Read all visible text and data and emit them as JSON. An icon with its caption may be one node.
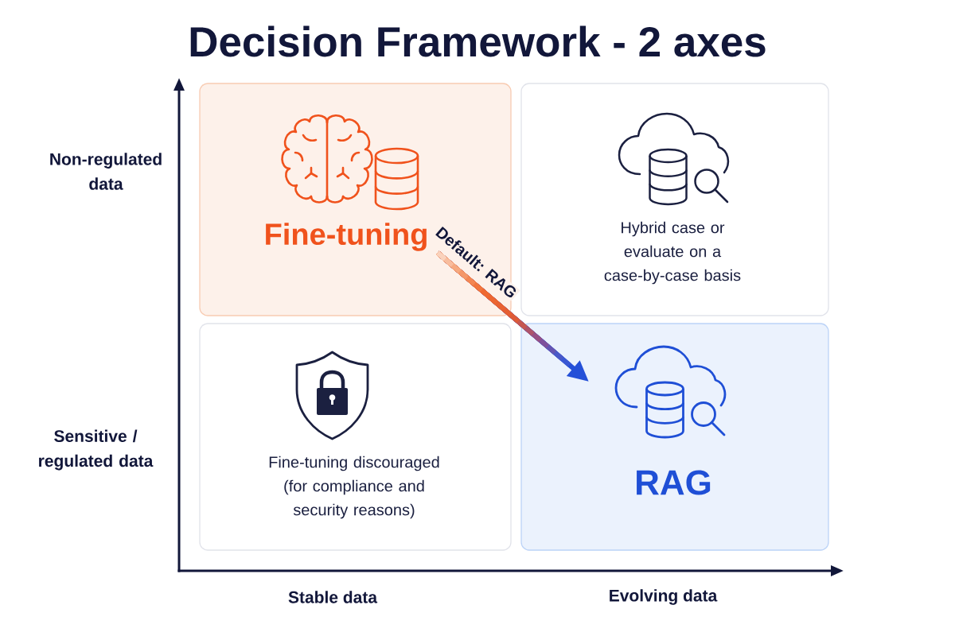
{
  "diagram": {
    "title": "Decision Framework - 2 axes",
    "nodes": [
      {
        "text": [
          "Fine-tuning"
        ]
      },
      {
        "text": [
          "Hybrid case or evaluate on a case-by-case basis"
        ]
      },
      {
        "text": [
          "Fine-tuning discouraged (for compliance and security reasons)"
        ]
      },
      {
        "text": [
          "RAG"
        ]
      }
    ],
    "edges": [
      {
        "from": 0,
        "to": 3,
        "arrow": "to",
        "label": "Default: RAG"
      }
    ],
    "labels": [
      "Non-regulated data",
      "Sensitive / regulated data",
      "Stable data",
      "Evolving data"
    ]
  }
}
